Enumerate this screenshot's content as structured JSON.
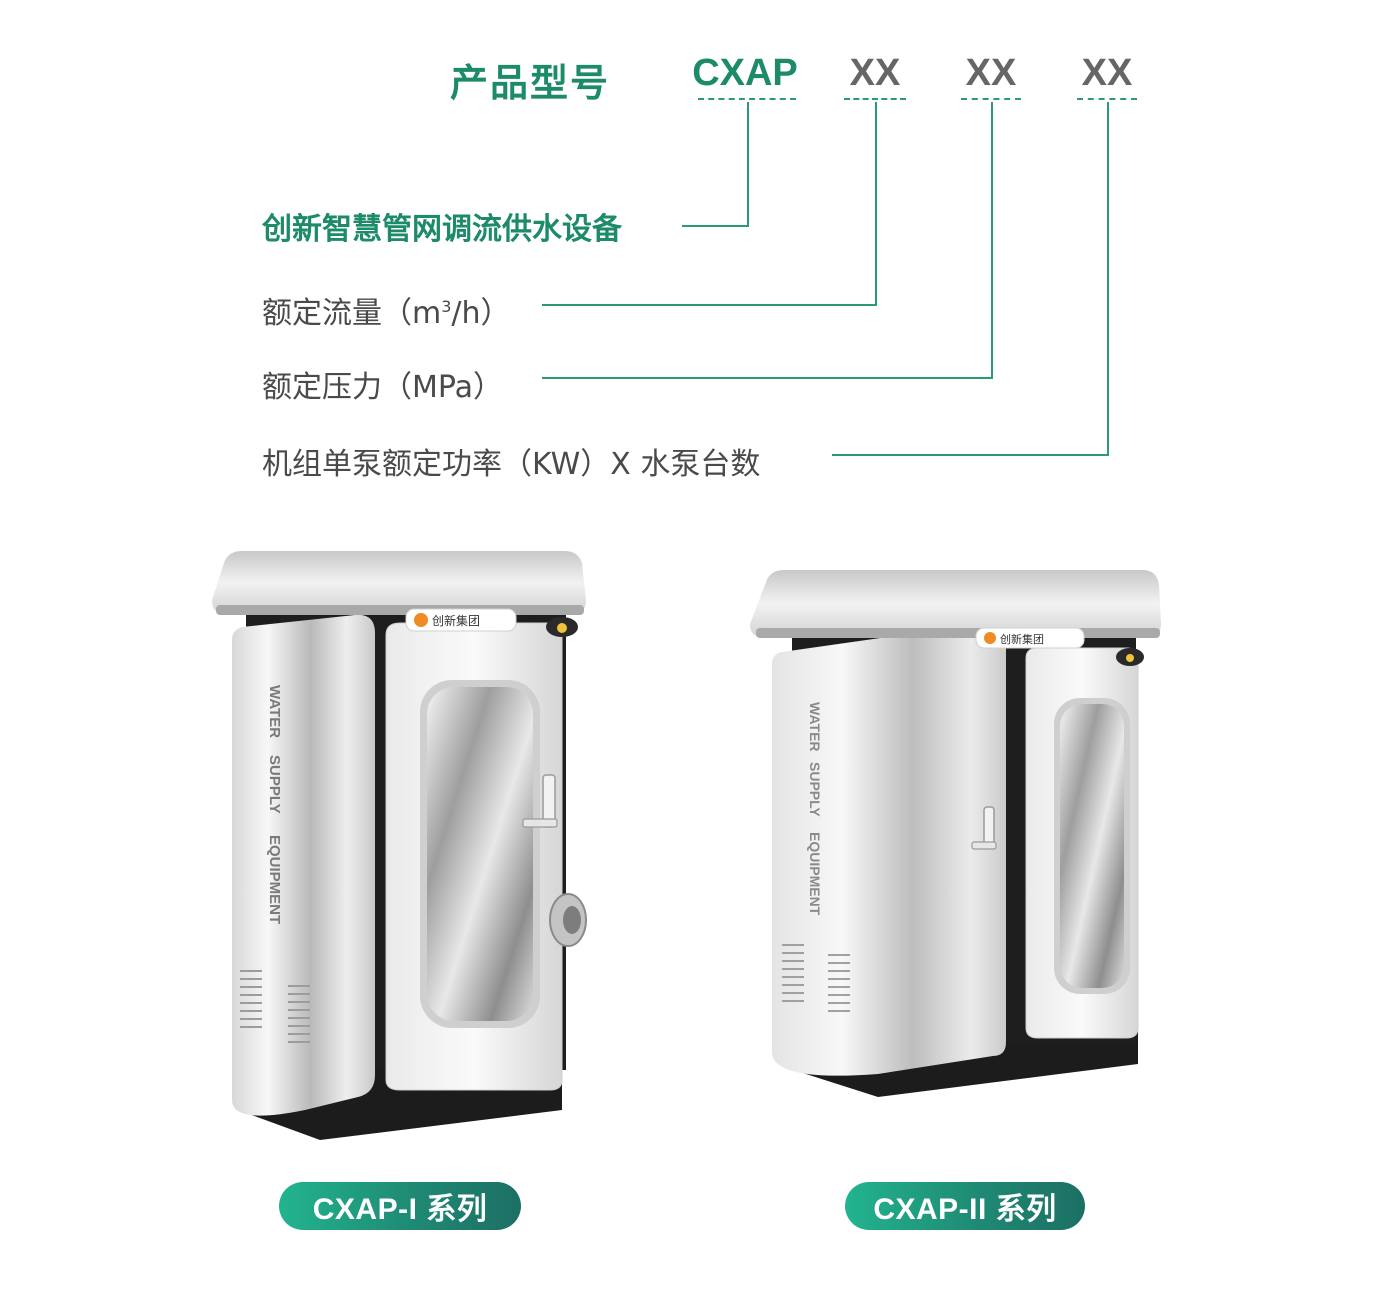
{
  "header": {
    "label": "产品型号",
    "codes": [
      "CXAP",
      "XX",
      "XX",
      "XX"
    ]
  },
  "descriptions": {
    "series": "创新智慧管网调流供水设备",
    "flow_main": "额定流量（m",
    "flow_sup": "3",
    "flow_tail": "/h）",
    "pressure": "额定压力（MPa）",
    "power": "机组单泵额定功率（KW）X 水泵台数"
  },
  "products": [
    {
      "name": "CXAP-I 系列",
      "brand": "创新集团",
      "side_text_1": "WATER",
      "side_text_2": "SUPPLY",
      "side_text_3": "EQUIPMENT"
    },
    {
      "name": "CXAP-II 系列",
      "brand": "创新集团",
      "side_text_1": "WATER",
      "side_text_2": "SUPPLY",
      "side_text_3": "EQUIPMENT"
    }
  ],
  "colors": {
    "accent": "#1d8a6a",
    "code_gray": "#666666",
    "body_text": "#4a4a4a",
    "pill_start": "#22b48e",
    "pill_end": "#1c6f64"
  }
}
